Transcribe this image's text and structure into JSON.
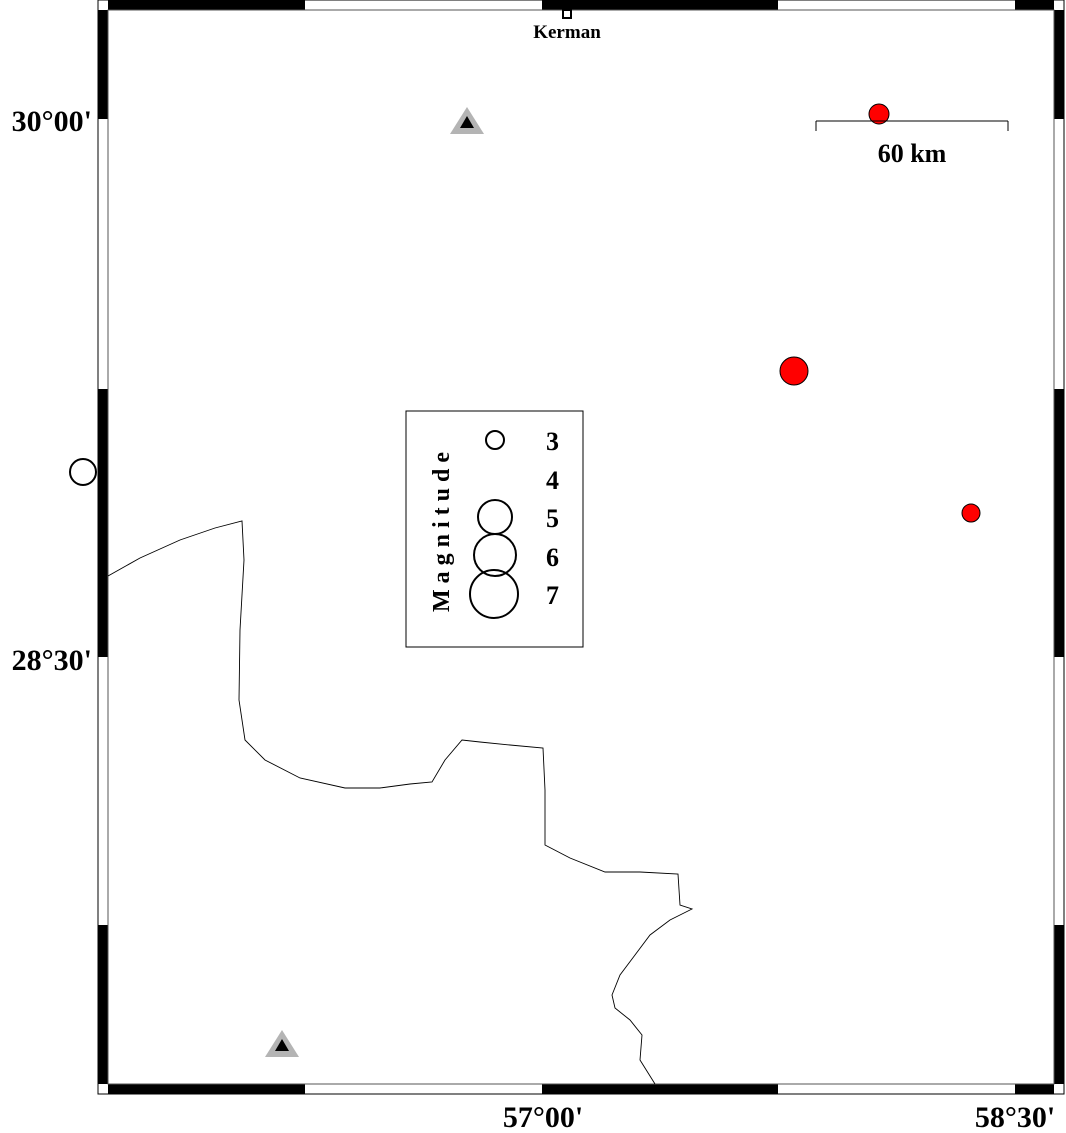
{
  "map": {
    "axes": {
      "y_labels": [
        {
          "text": "30°00'",
          "lat": 30.0
        },
        {
          "text": "28°30'",
          "lat": 28.5
        }
      ],
      "x_labels": [
        {
          "text": "57°00'",
          "lon": 57.0
        },
        {
          "text": "58°30'",
          "lon": 58.5
        }
      ]
    },
    "city": {
      "name": "Kerman",
      "icon": "square-icon"
    },
    "scale_bar": {
      "label": "60 km"
    },
    "legend": {
      "title": "Magnitude",
      "entries": [
        {
          "label": "3",
          "mag": 3
        },
        {
          "label": "4",
          "mag": 4
        },
        {
          "label": "5",
          "mag": 5
        },
        {
          "label": "6",
          "mag": 6
        },
        {
          "label": "7",
          "mag": 7
        }
      ]
    },
    "stations": [
      {
        "icon": "triangle-icon"
      },
      {
        "icon": "triangle-icon"
      }
    ],
    "colors": {
      "event": "#ff0000",
      "station_outer": "#b4b4b4",
      "station_inner": "#000000",
      "frame": "#000000"
    }
  }
}
